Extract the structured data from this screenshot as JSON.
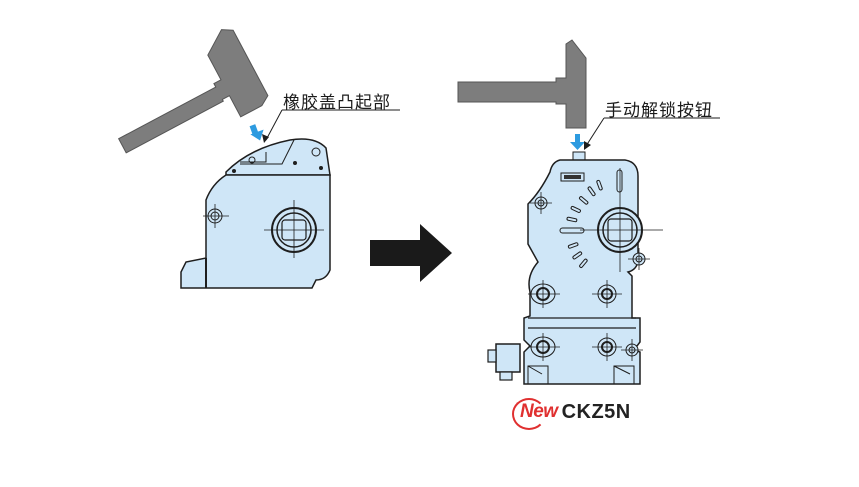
{
  "diagram": {
    "left_unit": {
      "callout_label": "橡胶盖凸起部",
      "description": "Previous model: hammer strikes raised rubber cover portion"
    },
    "right_unit": {
      "callout_label": "手动解锁按钮",
      "description": "New model: hammer strikes manual unlock button"
    },
    "transition_arrow": "arrow-right",
    "product_badge": {
      "new_mark": "New",
      "model": "CKZ5N"
    },
    "colors": {
      "body_fill": "#cfe6f7",
      "outline": "#1e1e1e",
      "hammer_fill": "#7d7d7d",
      "strike_arrow": "#2d9be0",
      "transition_arrow": "#1a1a1a",
      "new_mark": "#e03030"
    }
  }
}
